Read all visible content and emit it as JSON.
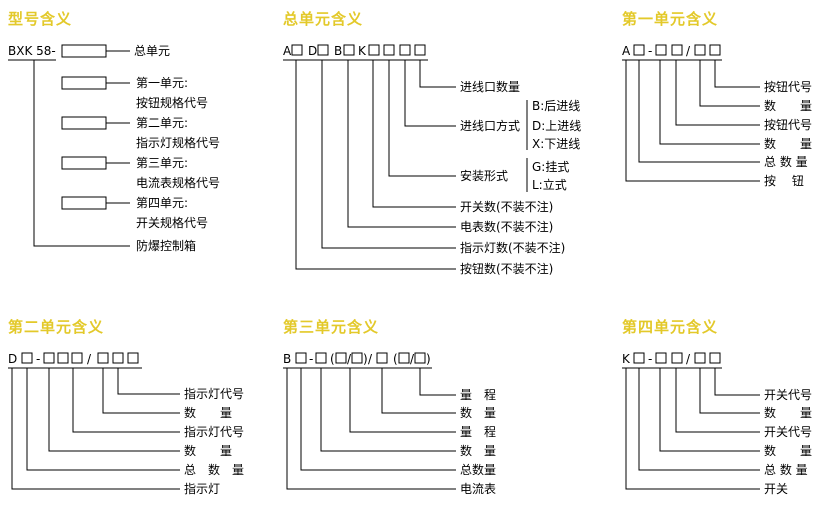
{
  "panels": {
    "model": {
      "title": "型号含义",
      "code": "BXK 58-",
      "labels": {
        "total_unit": "总单元",
        "unit1_a": "第一单元:",
        "unit1_b": "按钮规格代号",
        "unit2_a": "第二单元:",
        "unit2_b": "指示灯规格代号",
        "unit3_a": "第三单元:",
        "unit3_b": "电流表规格代号",
        "unit4_a": "第四单元:",
        "unit4_b": "开关规格代号",
        "box": "防爆控制箱"
      }
    },
    "total": {
      "title": "总单元含义",
      "code_letters": [
        "A",
        "D",
        "B",
        "K"
      ],
      "labels": {
        "inlet_count": "进线口数量",
        "inlet_type": "进线口方式",
        "inlet_b": "B:后进线",
        "inlet_d": "D:上进线",
        "inlet_x": "X:下进线",
        "install": "安装形式",
        "install_g": "G:挂式",
        "install_l": "L:立式",
        "switch": "开关数(不装不注)",
        "meter": "电表数(不装不注)",
        "lamp": "指示灯数(不装不注)",
        "button": "按钮数(不装不注)"
      }
    },
    "unit1": {
      "title": "第一单元含义",
      "letter": "A",
      "dash": "-",
      "slash": "/",
      "labels": [
        "按钮代号",
        "数　　量",
        "按钮代号",
        "数　　量",
        "总 数 量",
        "按　 钮"
      ]
    },
    "unit2": {
      "title": "第二单元含义",
      "letter": "D",
      "dash": "-",
      "slash": "/",
      "labels": [
        "指示灯代号",
        "数　　量",
        "指示灯代号",
        "数　　量",
        "总　数　量",
        "指示灯"
      ]
    },
    "unit3": {
      "title": "第三单元含义",
      "letter": "B",
      "dash": "-",
      "slash": "/",
      "paren_open": "(",
      "paren_close": ")",
      "labels": [
        "量　程",
        "数　量",
        "量　程",
        "数　量",
        "总数量",
        "电流表"
      ]
    },
    "unit4": {
      "title": "第四单元含义",
      "letter": "K",
      "dash": "-",
      "slash": "/",
      "labels": [
        "开关代号",
        "数　　量",
        "开关代号",
        "数　　量",
        "总 数 量",
        "开关"
      ]
    }
  }
}
